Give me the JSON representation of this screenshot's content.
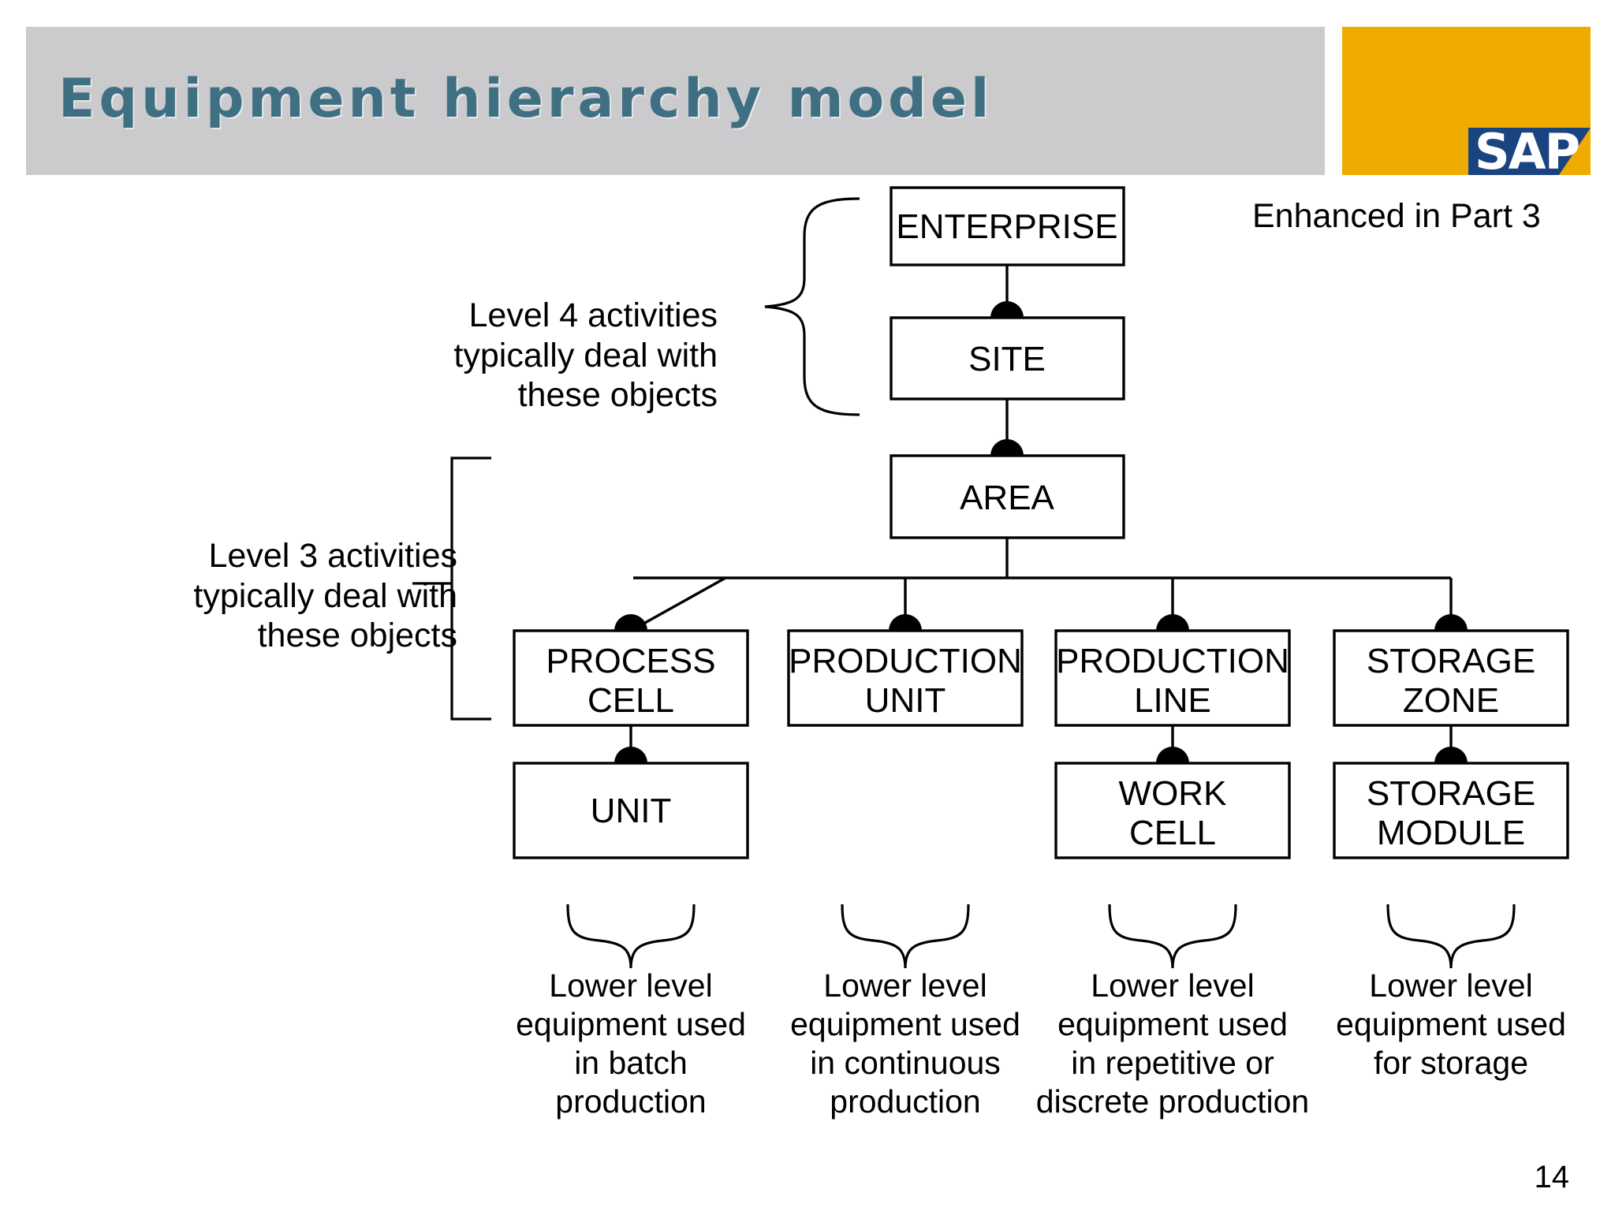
{
  "slide": {
    "title": "Equipment hierarchy model",
    "page_number": "14",
    "note_right": "Enhanced in Part 3",
    "brand": {
      "header_band_color": "#cbcbcd",
      "title_color": "#3f6f82",
      "sap_orange": "#f0ab00",
      "sap_blue": "#1a4480",
      "logo_text": "SAP"
    }
  },
  "annotations": {
    "level4": "Level 4 activities\ntypically deal with\nthese objects",
    "level4_lines": [
      "Level 4 activities",
      "typically deal with",
      "these objects"
    ],
    "level3": "Level 3 activities\ntypically deal with\nthese objects",
    "level3_lines": [
      "Level 3 activities",
      "typically deal with",
      "these objects"
    ]
  },
  "diagram": {
    "type": "hierarchy",
    "nodes": [
      {
        "id": "enterprise",
        "lines": [
          "ENTERPRISE"
        ],
        "level": 4
      },
      {
        "id": "site",
        "lines": [
          "SITE"
        ],
        "level": 4
      },
      {
        "id": "area",
        "lines": [
          "AREA"
        ],
        "level": 4
      },
      {
        "id": "process-cell",
        "lines": [
          "PROCESS",
          "CELL"
        ],
        "level": 3
      },
      {
        "id": "production-unit",
        "lines": [
          "PRODUCTION",
          "UNIT"
        ],
        "level": 3
      },
      {
        "id": "production-line",
        "lines": [
          "PRODUCTION",
          "LINE"
        ],
        "level": 3
      },
      {
        "id": "storage-zone",
        "lines": [
          "STORAGE",
          "ZONE"
        ],
        "level": 3
      },
      {
        "id": "unit",
        "lines": [
          "UNIT"
        ],
        "level": 3
      },
      {
        "id": "work-cell",
        "lines": [
          "WORK",
          "CELL"
        ],
        "level": 3
      },
      {
        "id": "storage-module",
        "lines": [
          "STORAGE",
          "MODULE"
        ],
        "level": 3
      }
    ],
    "edges": [
      {
        "from": "enterprise",
        "to": "site"
      },
      {
        "from": "site",
        "to": "area"
      },
      {
        "from": "area",
        "to": "process-cell"
      },
      {
        "from": "area",
        "to": "production-unit"
      },
      {
        "from": "area",
        "to": "production-line"
      },
      {
        "from": "area",
        "to": "storage-zone"
      },
      {
        "from": "process-cell",
        "to": "unit"
      },
      {
        "from": "production-line",
        "to": "work-cell"
      },
      {
        "from": "storage-zone",
        "to": "storage-module"
      }
    ],
    "captions": [
      {
        "id": "caption-batch",
        "under": "unit",
        "lines": [
          "Lower level",
          "equipment used",
          "in batch",
          "production"
        ]
      },
      {
        "id": "caption-continuous",
        "under": "production-unit",
        "lines": [
          "Lower level",
          "equipment used",
          "in continuous",
          "production"
        ]
      },
      {
        "id": "caption-discrete",
        "under": "work-cell",
        "lines": [
          "Lower level",
          "equipment used",
          "in repetitive or",
          "discrete production"
        ]
      },
      {
        "id": "caption-storage",
        "under": "storage-module",
        "lines": [
          "Lower level",
          "equipment used",
          "for storage"
        ]
      }
    ]
  }
}
